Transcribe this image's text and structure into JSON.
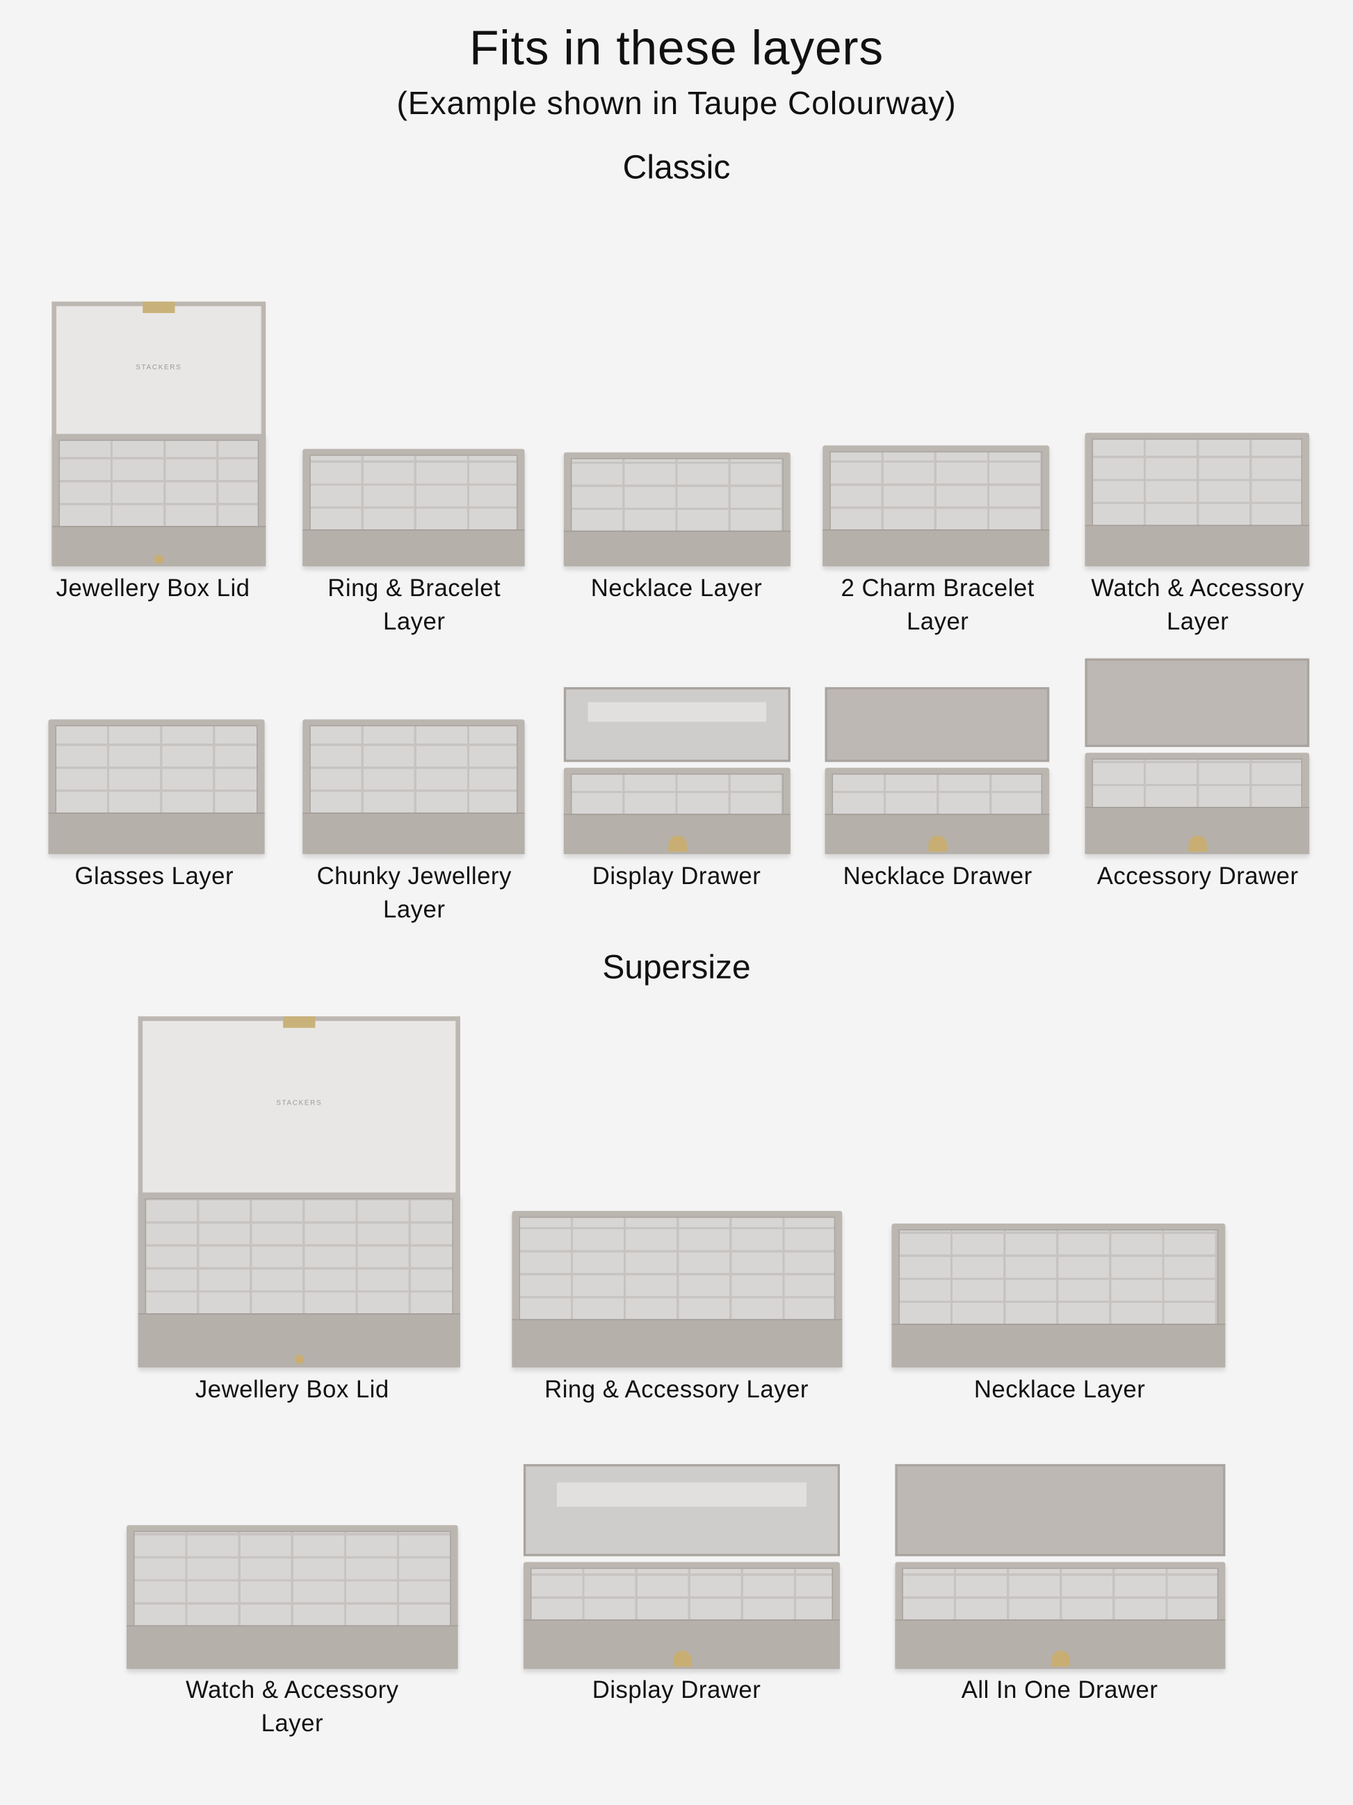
{
  "header": {
    "title": "Fits in these layers",
    "subtitle": "(Example shown in Taupe Colourway)"
  },
  "brand_mark": "STACKERS",
  "sections": [
    {
      "title": "Classic",
      "items": [
        {
          "label": "Jewellery Box Lid",
          "kind": "lid"
        },
        {
          "label": "Ring & Bracelet Layer",
          "kind": "tray"
        },
        {
          "label": "Necklace Layer",
          "kind": "tray"
        },
        {
          "label": "2 Charm Bracelet Layer",
          "kind": "tray"
        },
        {
          "label": "Watch & Accessory Layer",
          "kind": "tray"
        },
        {
          "label": "Glasses Layer",
          "kind": "tray"
        },
        {
          "label": "Chunky Jewellery Layer",
          "kind": "tray"
        },
        {
          "label": "Display Drawer",
          "kind": "glass-drawer"
        },
        {
          "label": "Necklace Drawer",
          "kind": "drawer"
        },
        {
          "label": "Accessory Drawer",
          "kind": "drawer"
        }
      ]
    },
    {
      "title": "Supersize",
      "items": [
        {
          "label": "Jewellery Box Lid",
          "kind": "lid"
        },
        {
          "label": "Ring & Accessory Layer",
          "kind": "tray"
        },
        {
          "label": "Necklace Layer",
          "kind": "tray"
        },
        {
          "label": "Watch & Accessory Layer",
          "kind": "tray"
        },
        {
          "label": "Display Drawer",
          "kind": "glass-drawer"
        },
        {
          "label": "All In One Drawer",
          "kind": "drawer"
        }
      ]
    }
  ]
}
